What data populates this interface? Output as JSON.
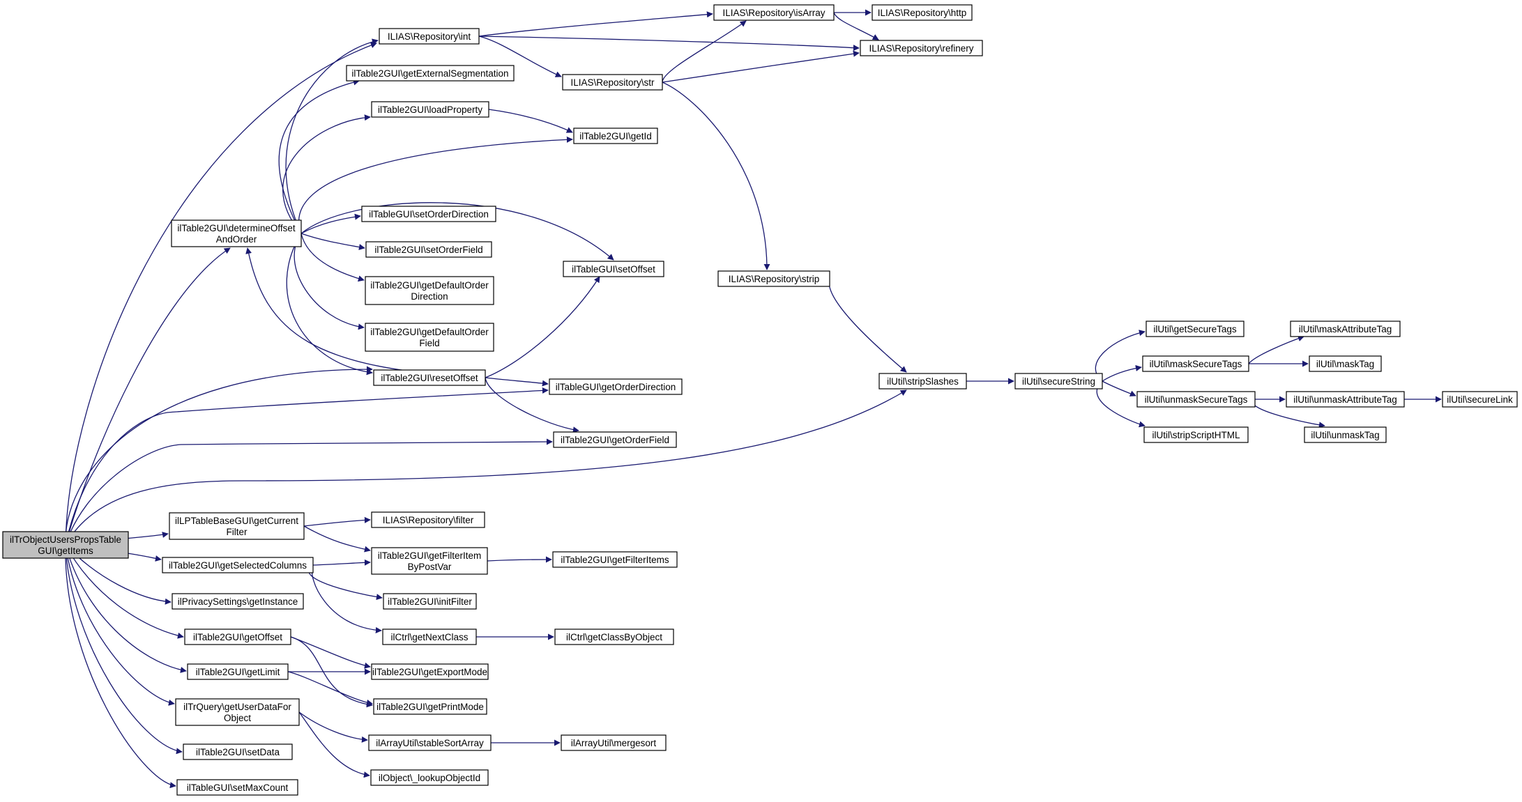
{
  "colors": {
    "edge": "#191970",
    "node_border": "#000000",
    "root_fill": "#bfbfbf",
    "node_fill": "#ffffff"
  },
  "nodes": {
    "root": [
      "ilTrObjectUsersPropsTable",
      "GUI\\getItems"
    ],
    "int": [
      "ILIAS\\Repository\\int"
    ],
    "isArray": [
      "ILIAS\\Repository\\isArray"
    ],
    "http": [
      "ILIAS\\Repository\\http"
    ],
    "refinery": [
      "ILIAS\\Repository\\refinery"
    ],
    "str": [
      "ILIAS\\Repository\\str"
    ],
    "getExternalSegmentation": [
      "ilTable2GUI\\getExternalSegmentation"
    ],
    "loadProperty": [
      "ilTable2GUI\\loadProperty"
    ],
    "getId": [
      "ilTable2GUI\\getId"
    ],
    "determineOffset": [
      "ilTable2GUI\\determineOffset",
      "AndOrder"
    ],
    "setOrderDirection": [
      "ilTableGUI\\setOrderDirection"
    ],
    "setOrderField": [
      "ilTable2GUI\\setOrderField"
    ],
    "getDefaultOrderDirection": [
      "ilTable2GUI\\getDefaultOrder",
      "Direction"
    ],
    "getDefaultOrderField": [
      "ilTable2GUI\\getDefaultOrder",
      "Field"
    ],
    "setOffset": [
      "ilTableGUI\\setOffset"
    ],
    "strip": [
      "ILIAS\\Repository\\strip"
    ],
    "resetOffset": [
      "ilTable2GUI\\resetOffset"
    ],
    "getOrderDirection": [
      "ilTableGUI\\getOrderDirection"
    ],
    "getOrderField": [
      "ilTable2GUI\\getOrderField"
    ],
    "stripSlashes": [
      "ilUtil\\stripSlashes"
    ],
    "secureString": [
      "ilUtil\\secureString"
    ],
    "getSecureTags": [
      "ilUtil\\getSecureTags"
    ],
    "maskSecureTags": [
      "ilUtil\\maskSecureTags"
    ],
    "unmaskSecureTags": [
      "ilUtil\\unmaskSecureTags"
    ],
    "stripScriptHTML": [
      "ilUtil\\stripScriptHTML"
    ],
    "maskAttributeTag": [
      "ilUtil\\maskAttributeTag"
    ],
    "maskTag": [
      "ilUtil\\maskTag"
    ],
    "unmaskAttributeTag": [
      "ilUtil\\unmaskAttributeTag"
    ],
    "unmaskTag": [
      "ilUtil\\unmaskTag"
    ],
    "secureLink": [
      "ilUtil\\secureLink"
    ],
    "getCurrentFilter": [
      "ilLPTableBaseGUI\\getCurrent",
      "Filter"
    ],
    "filter": [
      "ILIAS\\Repository\\filter"
    ],
    "getSelectedColumns": [
      "ilTable2GUI\\getSelectedColumns"
    ],
    "getFilterItemByPostVar": [
      "ilTable2GUI\\getFilterItem",
      "ByPostVar"
    ],
    "getFilterItems": [
      "ilTable2GUI\\getFilterItems"
    ],
    "getInstance": [
      "ilPrivacySettings\\getInstance"
    ],
    "initFilter": [
      "ilTable2GUI\\initFilter"
    ],
    "getNextClass": [
      "ilCtrl\\getNextClass"
    ],
    "getClassByObject": [
      "ilCtrl\\getClassByObject"
    ],
    "getOffset": [
      "ilTable2GUI\\getOffset"
    ],
    "getExportMode": [
      "ilTable2GUI\\getExportMode"
    ],
    "getLimit": [
      "ilTable2GUI\\getLimit"
    ],
    "getPrintMode": [
      "ilTable2GUI\\getPrintMode"
    ],
    "getUserDataForObject": [
      "ilTrQuery\\getUserDataFor",
      "Object"
    ],
    "stableSortArray": [
      "ilArrayUtil\\stableSortArray"
    ],
    "mergesort": [
      "ilArrayUtil\\mergesort"
    ],
    "setData": [
      "ilTable2GUI\\setData"
    ],
    "lookupObjectId": [
      "ilObject\\_lookupObjectId"
    ],
    "setMaxCount": [
      "ilTableGUI\\setMaxCount"
    ]
  }
}
